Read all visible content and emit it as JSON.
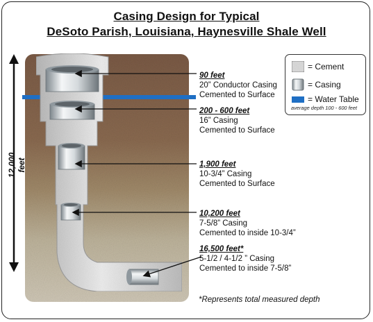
{
  "title": {
    "line1": "Casing Design for Typical",
    "line2": "DeSoto Parish, Louisiana, Haynesville Shale Well"
  },
  "depth_axis": {
    "label": "12,000 feet"
  },
  "callouts": [
    {
      "depth": "90 feet",
      "desc1": "20” Conductor Casing",
      "desc2": "Cemented to Surface"
    },
    {
      "depth": "200 - 600 feet",
      "desc1": "16” Casing",
      "desc2": "Cemented to Surface"
    },
    {
      "depth": "1,900 feet",
      "desc1": "10-3/4” Casing",
      "desc2": "Cemented to Surface"
    },
    {
      "depth": "10,200 feet",
      "desc1": "7-5/8” Casing",
      "desc2": "Cemented to inside 10-3/4”"
    },
    {
      "depth": "16,500 feet*",
      "desc1": "5-1/2 / 4-1/2 ” Casing",
      "desc2": "Cemented to inside 7-5/8”"
    }
  ],
  "legend": {
    "cement": "= Cement",
    "casing": "= Casing",
    "water": "= Water Table",
    "note": "average depth 100 - 600 feet"
  },
  "footnote": "*Represents total measured depth",
  "colors": {
    "water_table": "#1f6fc4",
    "soil_top": "#7a5a45",
    "soil_bottom": "#cfc7b6",
    "cement": "#d8d8d8",
    "casing": "#b9c2c8"
  }
}
